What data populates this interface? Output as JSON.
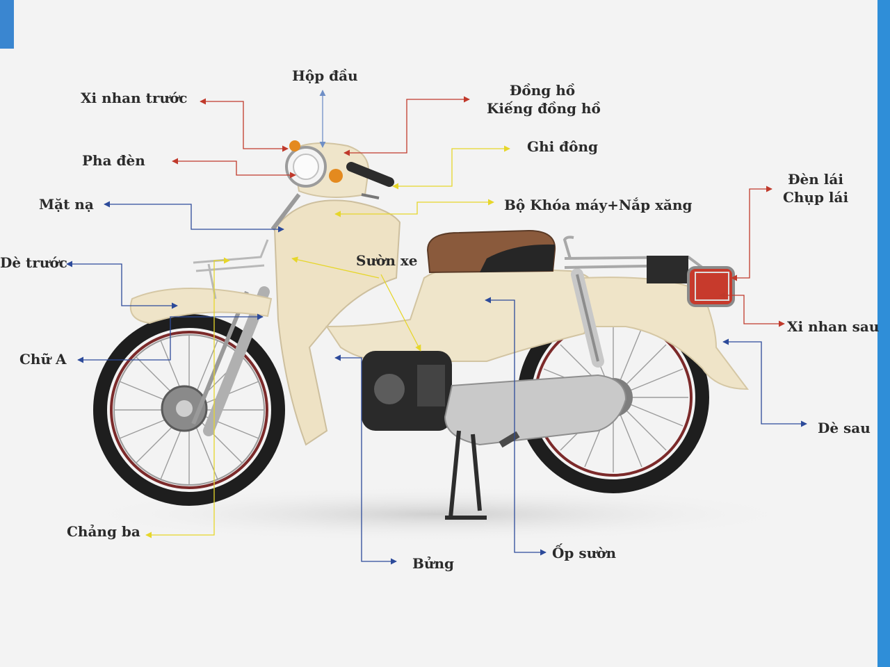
{
  "labels": {
    "hop_dau": "Hộp đầu",
    "xi_nhan_truoc": "Xi nhan trước",
    "dong_ho": "Đồng hồ",
    "kieng_dong_ho": "Kiếng đồng hồ",
    "ghi_dong": "Ghi đông",
    "pha_den": "Pha đèn",
    "mat_na": "Mặt nạ",
    "bo_khoa": "Bộ Khóa máy+Nắp xăng",
    "den_lai": "Đèn lái",
    "chup_lai": "Chụp lái",
    "de_truoc": "Dè trước",
    "suon_xe": "Sườn xe",
    "xi_nhan_sau": "Xi nhan sau",
    "chu_a": "Chữ A",
    "de_sau": "Dè sau",
    "chang_ba": "Chảng ba",
    "bung": "Bửng",
    "op_suon": "Ốp sườn"
  },
  "colors": {
    "red_leader": "#c0392b",
    "blue_leader": "#2c4a9a",
    "yellow_leader": "#e6d62a",
    "body_cream": "#efe4c8",
    "seat_brown": "#8a5a3c",
    "blue_edge": "#2f8ed8"
  }
}
